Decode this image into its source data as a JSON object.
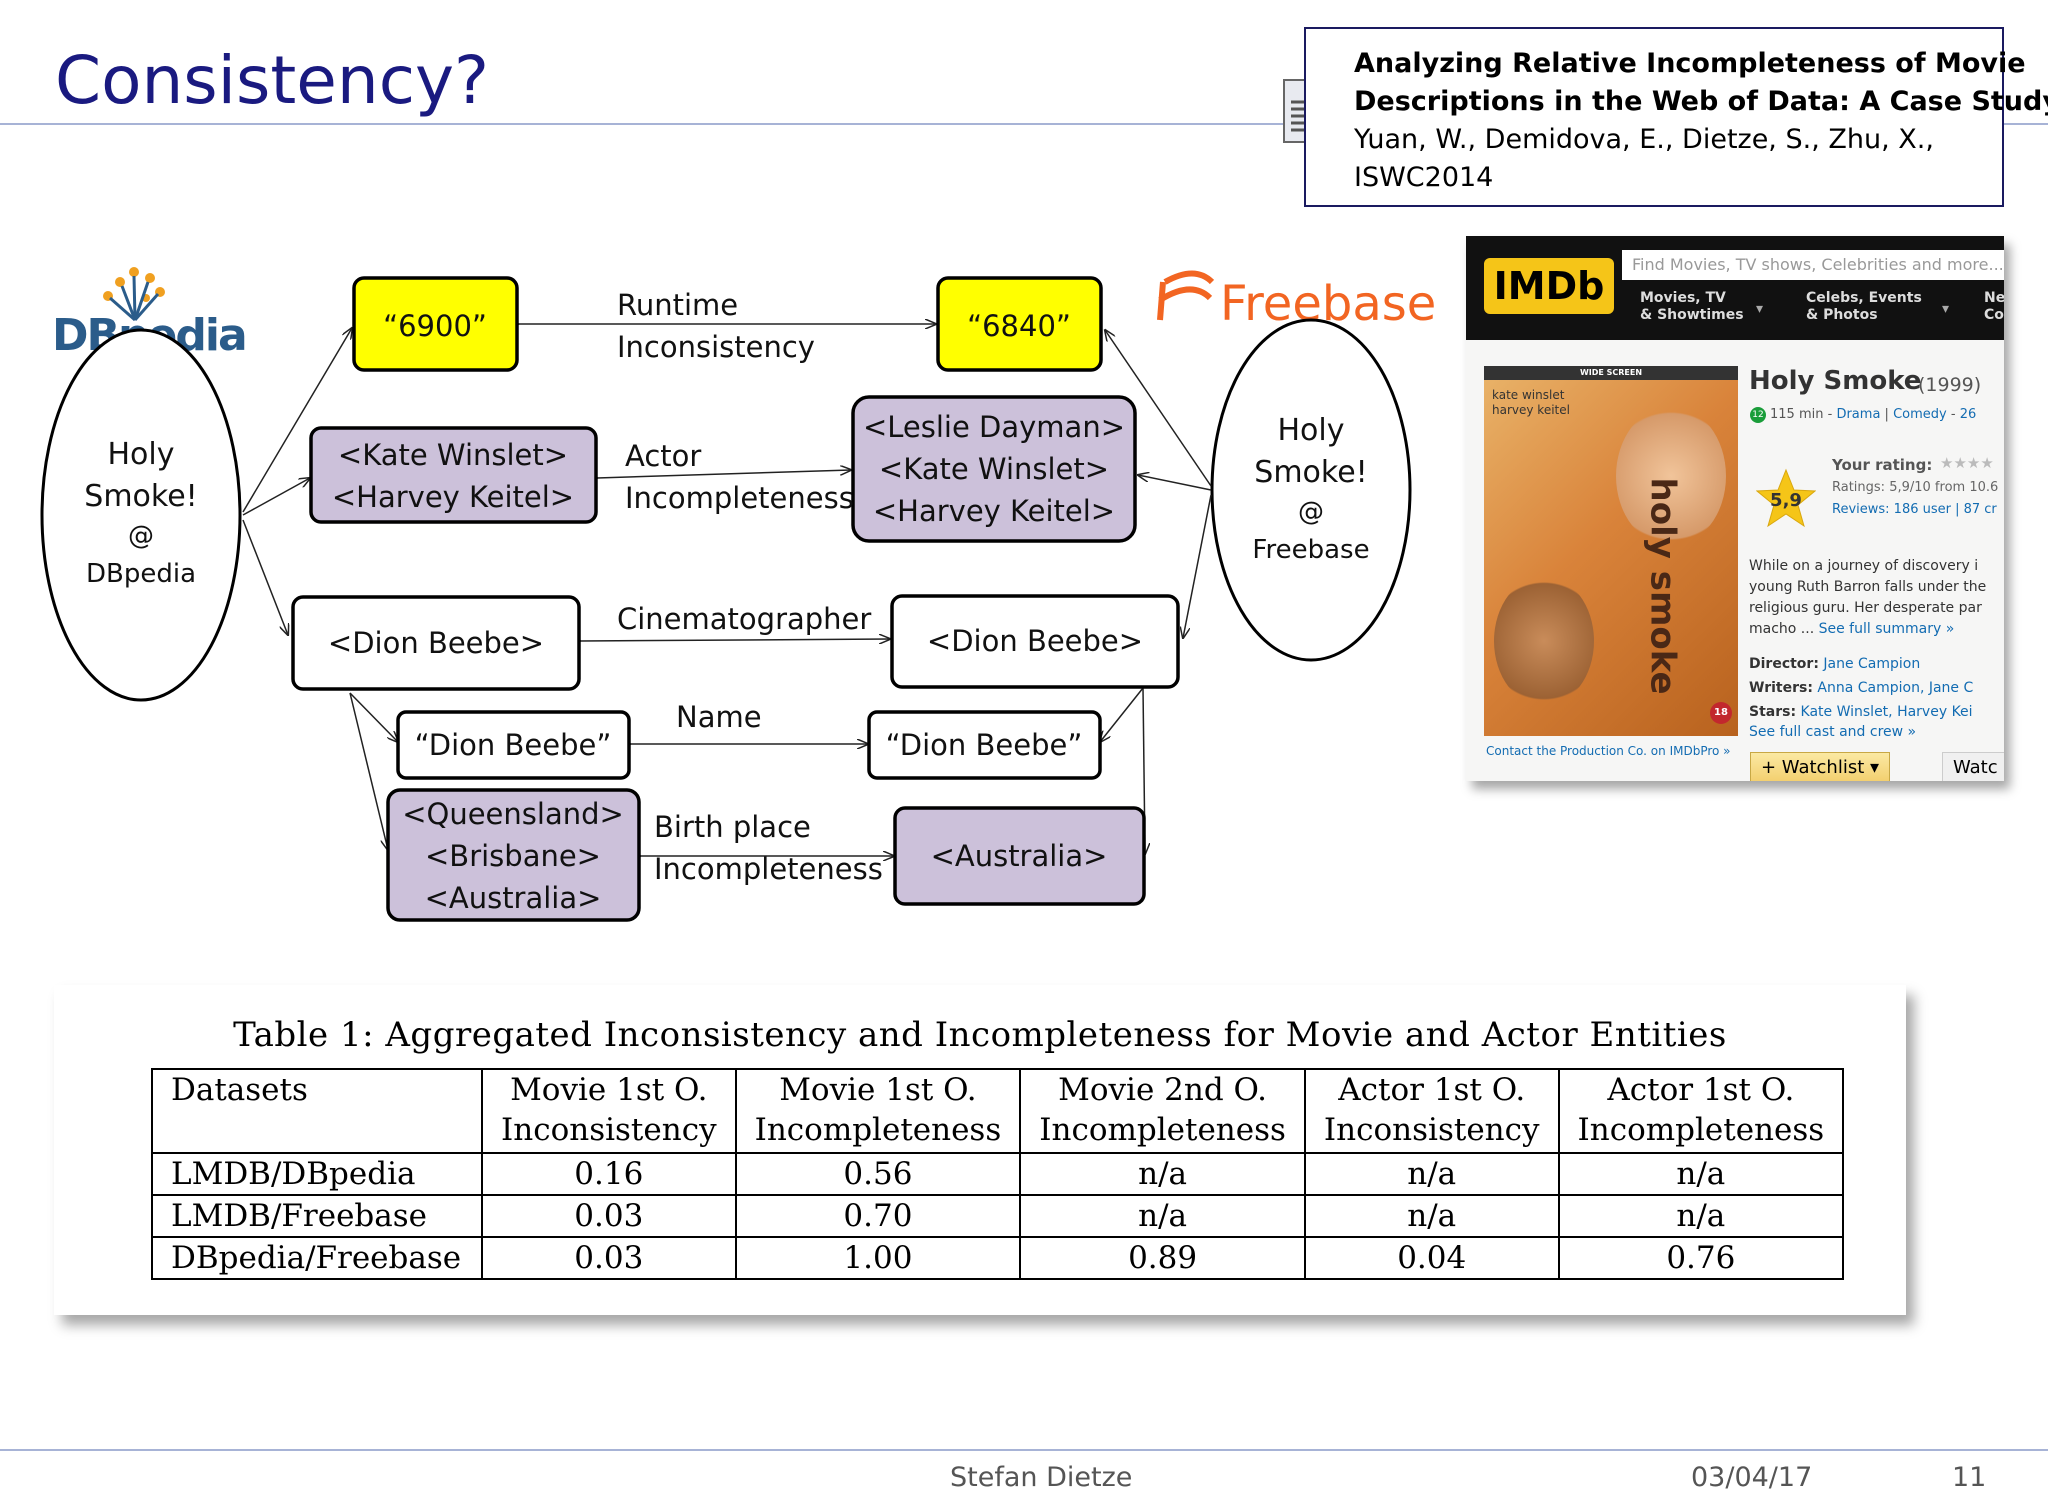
{
  "slide": {
    "title": "Consistency?",
    "reference": {
      "title_line1": "Analyzing Relative Incompleteness of Movie",
      "title_line2": "Descriptions in the Web of Data: A Case Study,",
      "authors": "Yuan, W., Demidova,  E., Dietze, S., Zhu, X.,",
      "venue": "ISWC2014"
    }
  },
  "diagram": {
    "dbpedia_logo": "DBpedia",
    "freebase_logo": "Freebase",
    "left_entity": [
      "Holy",
      "Smoke!",
      "@",
      "DBpedia"
    ],
    "right_entity": [
      "Holy",
      "Smoke!",
      "@",
      "Freebase"
    ],
    "nodes": {
      "runtime_left": "“6900”",
      "runtime_right": "“6840”",
      "actors_left": [
        "<Kate Winslet>",
        "<Harvey Keitel>"
      ],
      "actors_right": [
        "<Leslie Dayman>",
        "<Kate Winslet>",
        "<Harvey Keitel>"
      ],
      "cinematographer_left": "<Dion Beebe>",
      "cinematographer_right": "<Dion Beebe>",
      "name_left": "“Dion Beebe”",
      "name_right": "“Dion Beebe”",
      "birthplace_left": [
        "<Queensland>",
        "<Brisbane>",
        "<Australia>"
      ],
      "birthplace_right": "<Australia>"
    },
    "edge_labels": {
      "runtime": [
        "Runtime",
        "Inconsistency"
      ],
      "actor": [
        "Actor",
        "Incompleteness"
      ],
      "cinematographer": "Cinematographer",
      "name": "Name",
      "birthplace": [
        "Birth place",
        "Incompleteness"
      ]
    },
    "colors": {
      "yellow_node": "#ffff00",
      "purple_node": "#ccc1da",
      "freebase_orange": "#f26522",
      "dbpedia_blue": "#2b5c8a"
    }
  },
  "imdb": {
    "logo": "IMDb",
    "search_placeholder": "Find Movies, TV shows, Celebrities and more...",
    "nav": [
      [
        "Movies, TV",
        "& Showtimes"
      ],
      [
        "Celebs, Events",
        "& Photos"
      ],
      [
        "Ne",
        "Co"
      ]
    ],
    "poster": {
      "banner": "WIDE SCREEN",
      "names": [
        "kate winslet",
        "harvey keitel"
      ],
      "title": "holy smoke",
      "cert": "18"
    },
    "contact": "Contact the Production Co. on IMDbPro »",
    "movie_title": "Holy Smoke",
    "year": "(1999)",
    "meta_cert": "12",
    "meta": [
      "115 min",
      "-",
      "Drama",
      "|",
      "Comedy",
      "-",
      "26"
    ],
    "your_rating_label": "Your rating:",
    "score": "5,9",
    "ratings_line": "Ratings: 5,9/10 from 10.6",
    "reviews_line": "Reviews: 186 user | 87 cr",
    "summary": [
      "While on a journey of discovery i",
      "young Ruth Barron falls under the",
      "religious guru. Her desperate par",
      "macho ..."
    ],
    "see_summary": "See full summary »",
    "director_label": "Director:",
    "director": "Jane Campion",
    "writers_label": "Writers:",
    "writers": "Anna Campion, Jane C",
    "stars_label": "Stars:",
    "stars": "Kate Winslet, Harvey Kei",
    "see_cast": "See full cast and crew »",
    "watchlist": "+ Watchlist",
    "watch": "Watc"
  },
  "table": {
    "caption": "Table 1: Aggregated Inconsistency and Incompleteness for Movie and Actor Entities",
    "headers": [
      [
        "Datasets",
        ""
      ],
      [
        "Movie 1st O.",
        "Inconsistency"
      ],
      [
        "Movie 1st O.",
        "Incompleteness"
      ],
      [
        "Movie 2nd O.",
        "Incompleteness"
      ],
      [
        "Actor 1st O.",
        "Inconsistency"
      ],
      [
        "Actor 1st O.",
        "Incompleteness"
      ]
    ],
    "rows": [
      [
        "LMDB/DBpedia",
        "0.16",
        "0.56",
        "n/a",
        "n/a",
        "n/a"
      ],
      [
        "LMDB/Freebase",
        "0.03",
        "0.70",
        "n/a",
        "n/a",
        "n/a"
      ],
      [
        "DBpedia/Freebase",
        "0.03",
        "1.00",
        "0.89",
        "0.04",
        "0.76"
      ]
    ]
  },
  "footer": {
    "author": "Stefan Dietze",
    "date": "03/04/17",
    "page": "11"
  }
}
